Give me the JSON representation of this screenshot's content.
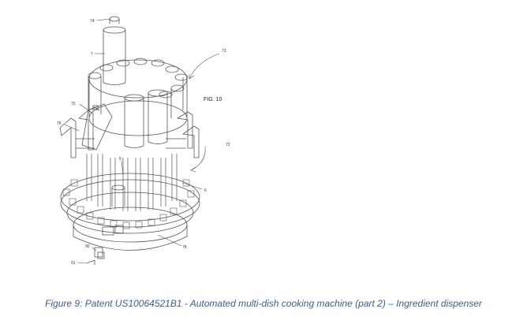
{
  "figure": {
    "title": "FIG. 10",
    "labels": {
      "l74": "74",
      "l7": "7",
      "l73": "73",
      "l75": "75",
      "l76": "76",
      "l72": "72",
      "l5": "5",
      "l6": "6",
      "l78": "78",
      "l90": "90",
      "l91": "91"
    }
  },
  "caption": "Figure 9: Patent US10064521B1 - Automated multi-dish cooking machine (part 2) – Ingredient dispenser",
  "colors": {
    "caption": "#3a5f8f",
    "line": "#555555"
  }
}
